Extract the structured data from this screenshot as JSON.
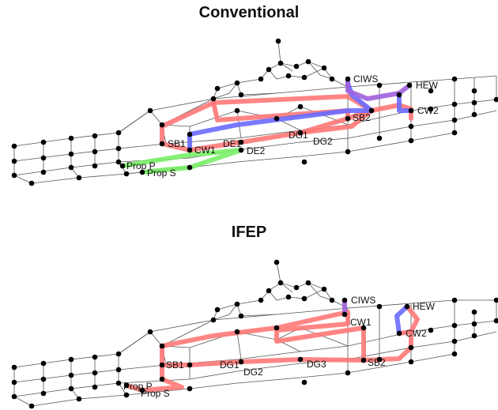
{
  "panels": [
    {
      "title": "Conventional",
      "labels": [
        "CIWS",
        "HEW",
        "SB2",
        "CW2",
        "SB1",
        "CW1",
        "DE1",
        "DG1",
        "DG2",
        "DE2",
        "Prop P",
        "Prop S"
      ]
    },
    {
      "title": "IFEP",
      "labels": [
        "CIWS",
        "HEW",
        "CW1",
        "CW2",
        "SB1",
        "DG1",
        "DG2",
        "DG3",
        "SB2",
        "Prop P",
        "Prop S"
      ]
    }
  ],
  "colors": {
    "red": "#ff7878",
    "blue": "#6a6aff",
    "green": "#78ee66",
    "purple": "#a060dd",
    "node": "#000000",
    "mesh": "#555555"
  }
}
